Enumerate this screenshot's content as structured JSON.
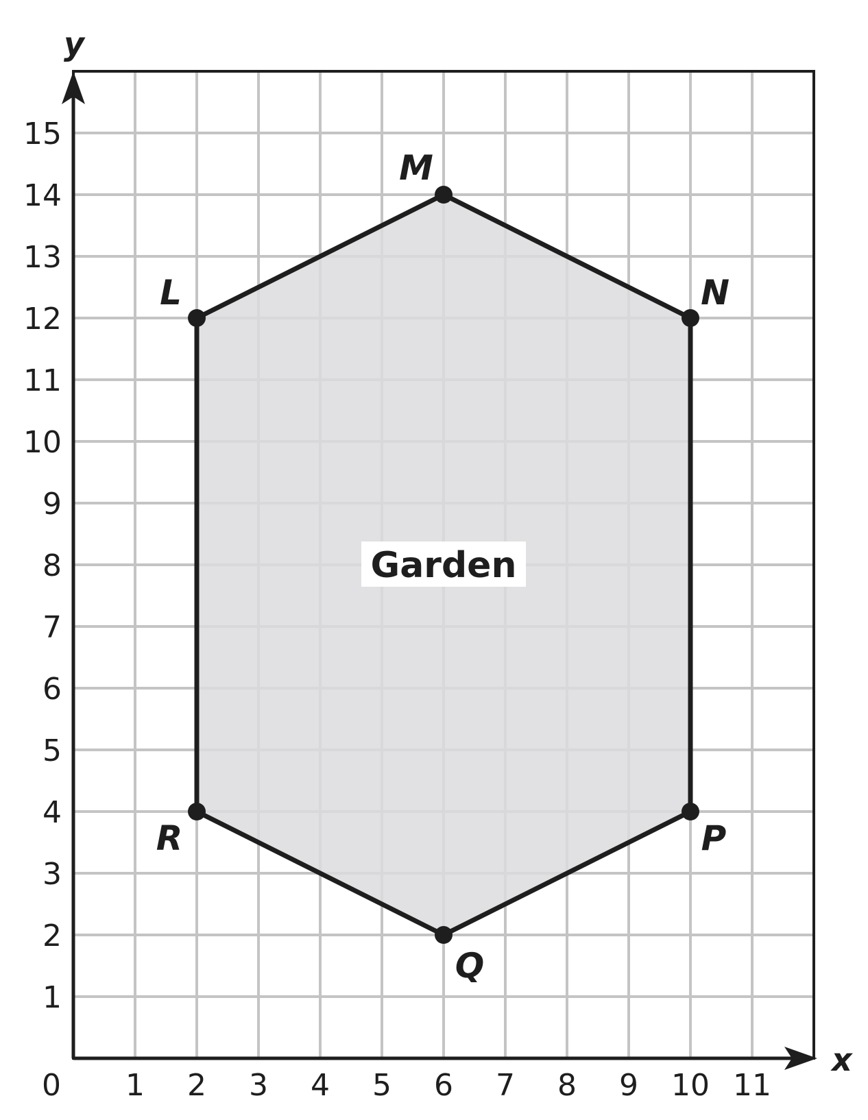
{
  "chart_data": {
    "type": "scatter",
    "xlabel": "x",
    "ylabel": "y",
    "xlim": [
      0,
      12
    ],
    "ylim": [
      0,
      16
    ],
    "origin_label": "0",
    "x_ticks": [
      "1",
      "2",
      "3",
      "4",
      "5",
      "6",
      "7",
      "8",
      "9",
      "10",
      "11"
    ],
    "y_ticks": [
      "1",
      "2",
      "3",
      "4",
      "5",
      "6",
      "7",
      "8",
      "9",
      "10",
      "11",
      "12",
      "13",
      "14",
      "15"
    ],
    "grid": true,
    "shape_label": "Garden",
    "shape_label_at": {
      "x": 6,
      "y": 8
    },
    "vertices": [
      {
        "name": "L",
        "x": 2,
        "y": 12,
        "label_side": "upper-left"
      },
      {
        "name": "M",
        "x": 6,
        "y": 14,
        "label_side": "top"
      },
      {
        "name": "N",
        "x": 10,
        "y": 12,
        "label_side": "upper-right"
      },
      {
        "name": "P",
        "x": 10,
        "y": 4,
        "label_side": "lower-right"
      },
      {
        "name": "Q",
        "x": 6,
        "y": 2,
        "label_side": "bottom"
      },
      {
        "name": "R",
        "x": 2,
        "y": 4,
        "label_side": "lower-left"
      }
    ],
    "fill_color": "#dcdcde",
    "line_color": "#1e1e1e",
    "grid_color": "#c4c4c4"
  }
}
